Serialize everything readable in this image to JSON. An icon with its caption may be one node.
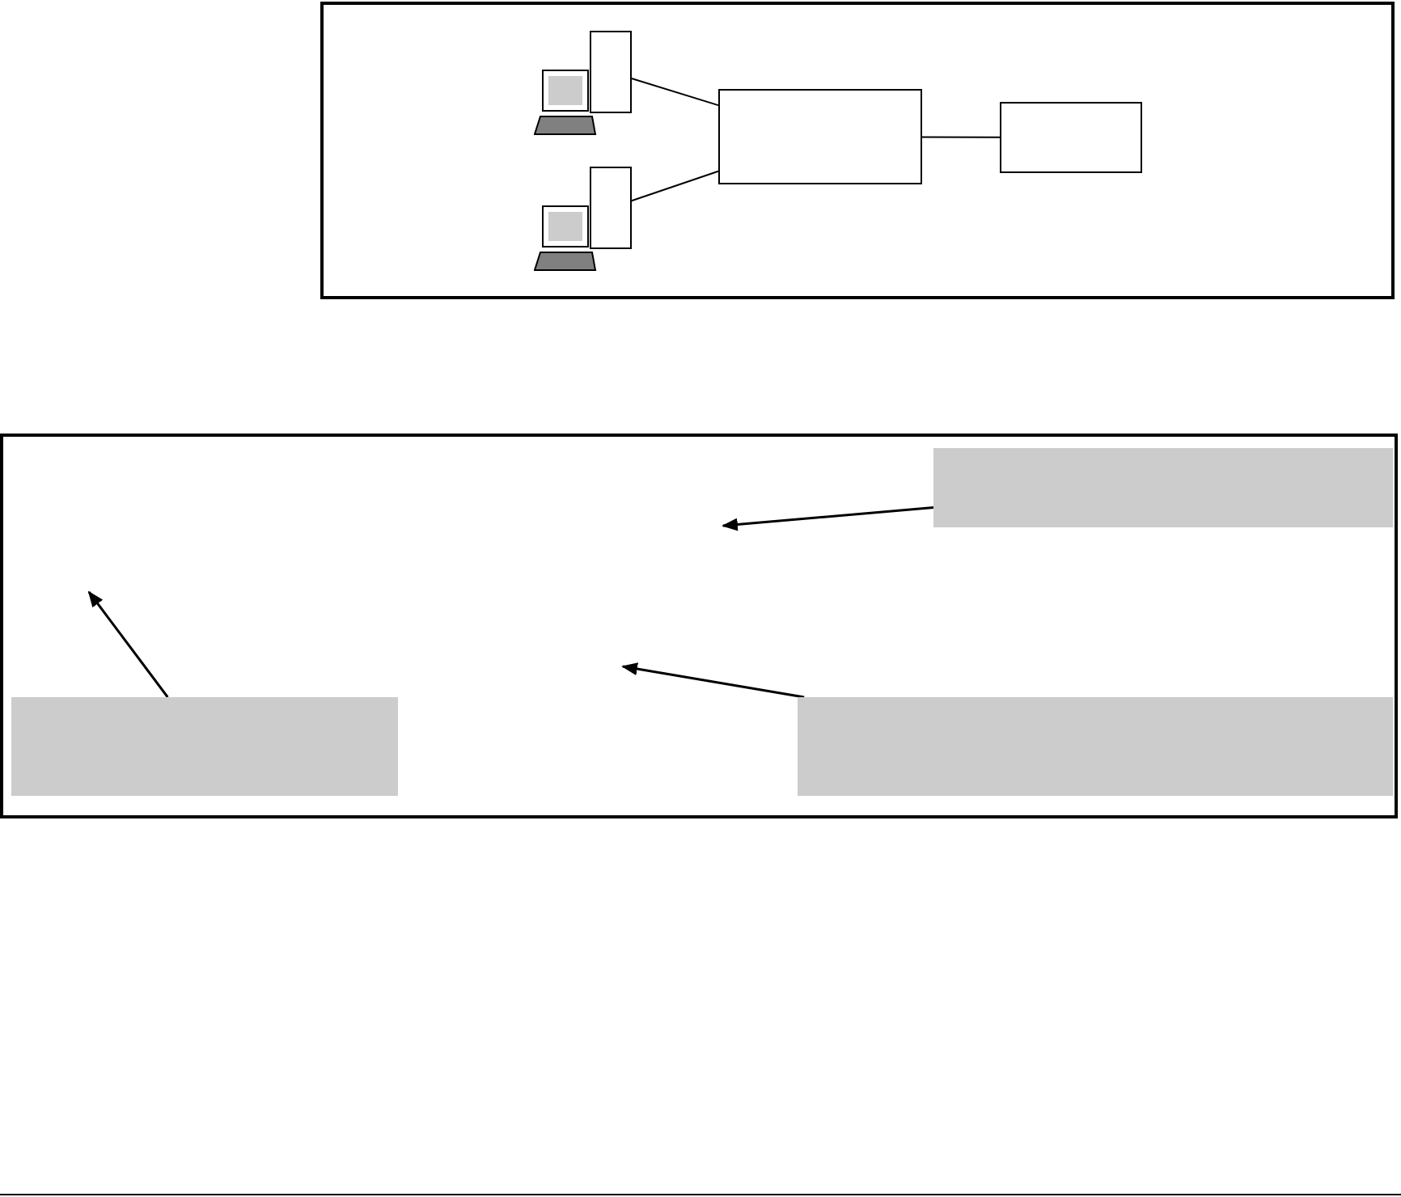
{
  "diagram": {
    "nodes": [
      {
        "text": [],
        "shape": "computer"
      },
      {
        "text": [],
        "shape": "computer"
      },
      {
        "text": [],
        "shape": "box"
      },
      {
        "text": [],
        "shape": "box"
      },
      {
        "text": [],
        "shape": "box"
      },
      {
        "text": [],
        "shape": "box"
      },
      {
        "text": [],
        "shape": "box"
      }
    ],
    "edges": [
      {
        "from": 0,
        "to": 2,
        "arrow": "none"
      },
      {
        "from": 1,
        "to": 2,
        "arrow": "none"
      },
      {
        "from": 2,
        "to": 3,
        "arrow": "none"
      },
      {
        "from": 4,
        "to": null,
        "arrow": "to"
      },
      {
        "from": 5,
        "to": null,
        "arrow": "to"
      },
      {
        "from": 6,
        "to": null,
        "arrow": "to"
      }
    ]
  }
}
